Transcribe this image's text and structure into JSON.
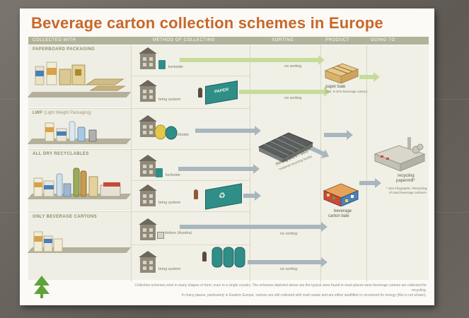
{
  "title": "Beverage carton collection schemes in Europe",
  "headers": {
    "collected_with": "COLLECTED WITH",
    "method": "METHOD OF COLLECTING",
    "sorting": "SORTING",
    "product": "PRODUCT",
    "going_to": "GOING TO"
  },
  "rows": {
    "paperboard": {
      "label": "PAPERBOARD PACKAGING"
    },
    "lwp": {
      "label": "LWP",
      "sub": "(Light Weight Packaging)"
    },
    "dry": {
      "label": "ALL DRY RECYCLABLES"
    },
    "cartons": {
      "label": "ONLY BEVERAGE CARTONS"
    }
  },
  "methods": {
    "kerbside_1": "kerbside",
    "bring_1": "bring system",
    "kerbside_2": "kerbside",
    "kerbside_3": "kerbside",
    "bring_2": "bring system",
    "ikobox": "ikobox (Austria)",
    "bring_3": "bring system"
  },
  "sorting": {
    "no_sorting_1": "no sorting",
    "no_sorting_2": "no sorting",
    "sorting_plant": "sorting plant / MRP*",
    "sorting_note": "*material recycling facility",
    "no_sorting_3": "no sorting",
    "no_sorting_4": "no sorting"
  },
  "products": {
    "paper_bale": "paper bale",
    "paper_bale_sub": "(incl. 6-10% beverage carton)",
    "bc_bale_1": "beverage",
    "bc_bale_2": "carton bale"
  },
  "destination": {
    "name_1": "recycling",
    "name_2": "papermill*",
    "note_1": "* See infographic »Recycling",
    "note_2": "of used beverage cartons«"
  },
  "container_text": "PAPER",
  "footer": {
    "line1": "Collection schemes exist in many shapes or form, even in a single country. The schemes depicted above are the typical ones found in most places were beverage cartons are collected for recycling.",
    "line2": "In many places, particularly in Eastern Europe, cartons are still collected with main waste and are either landfilled or recovered for energy (this is not shown)."
  },
  "colors": {
    "title": "#c8672a",
    "header_bar": "#b3b29a",
    "green_arrow": "#c6dc9a",
    "blue_arrow": "#a9b6bd",
    "container_teal": "#2f8e88",
    "logo_green": "#5fa23a"
  }
}
